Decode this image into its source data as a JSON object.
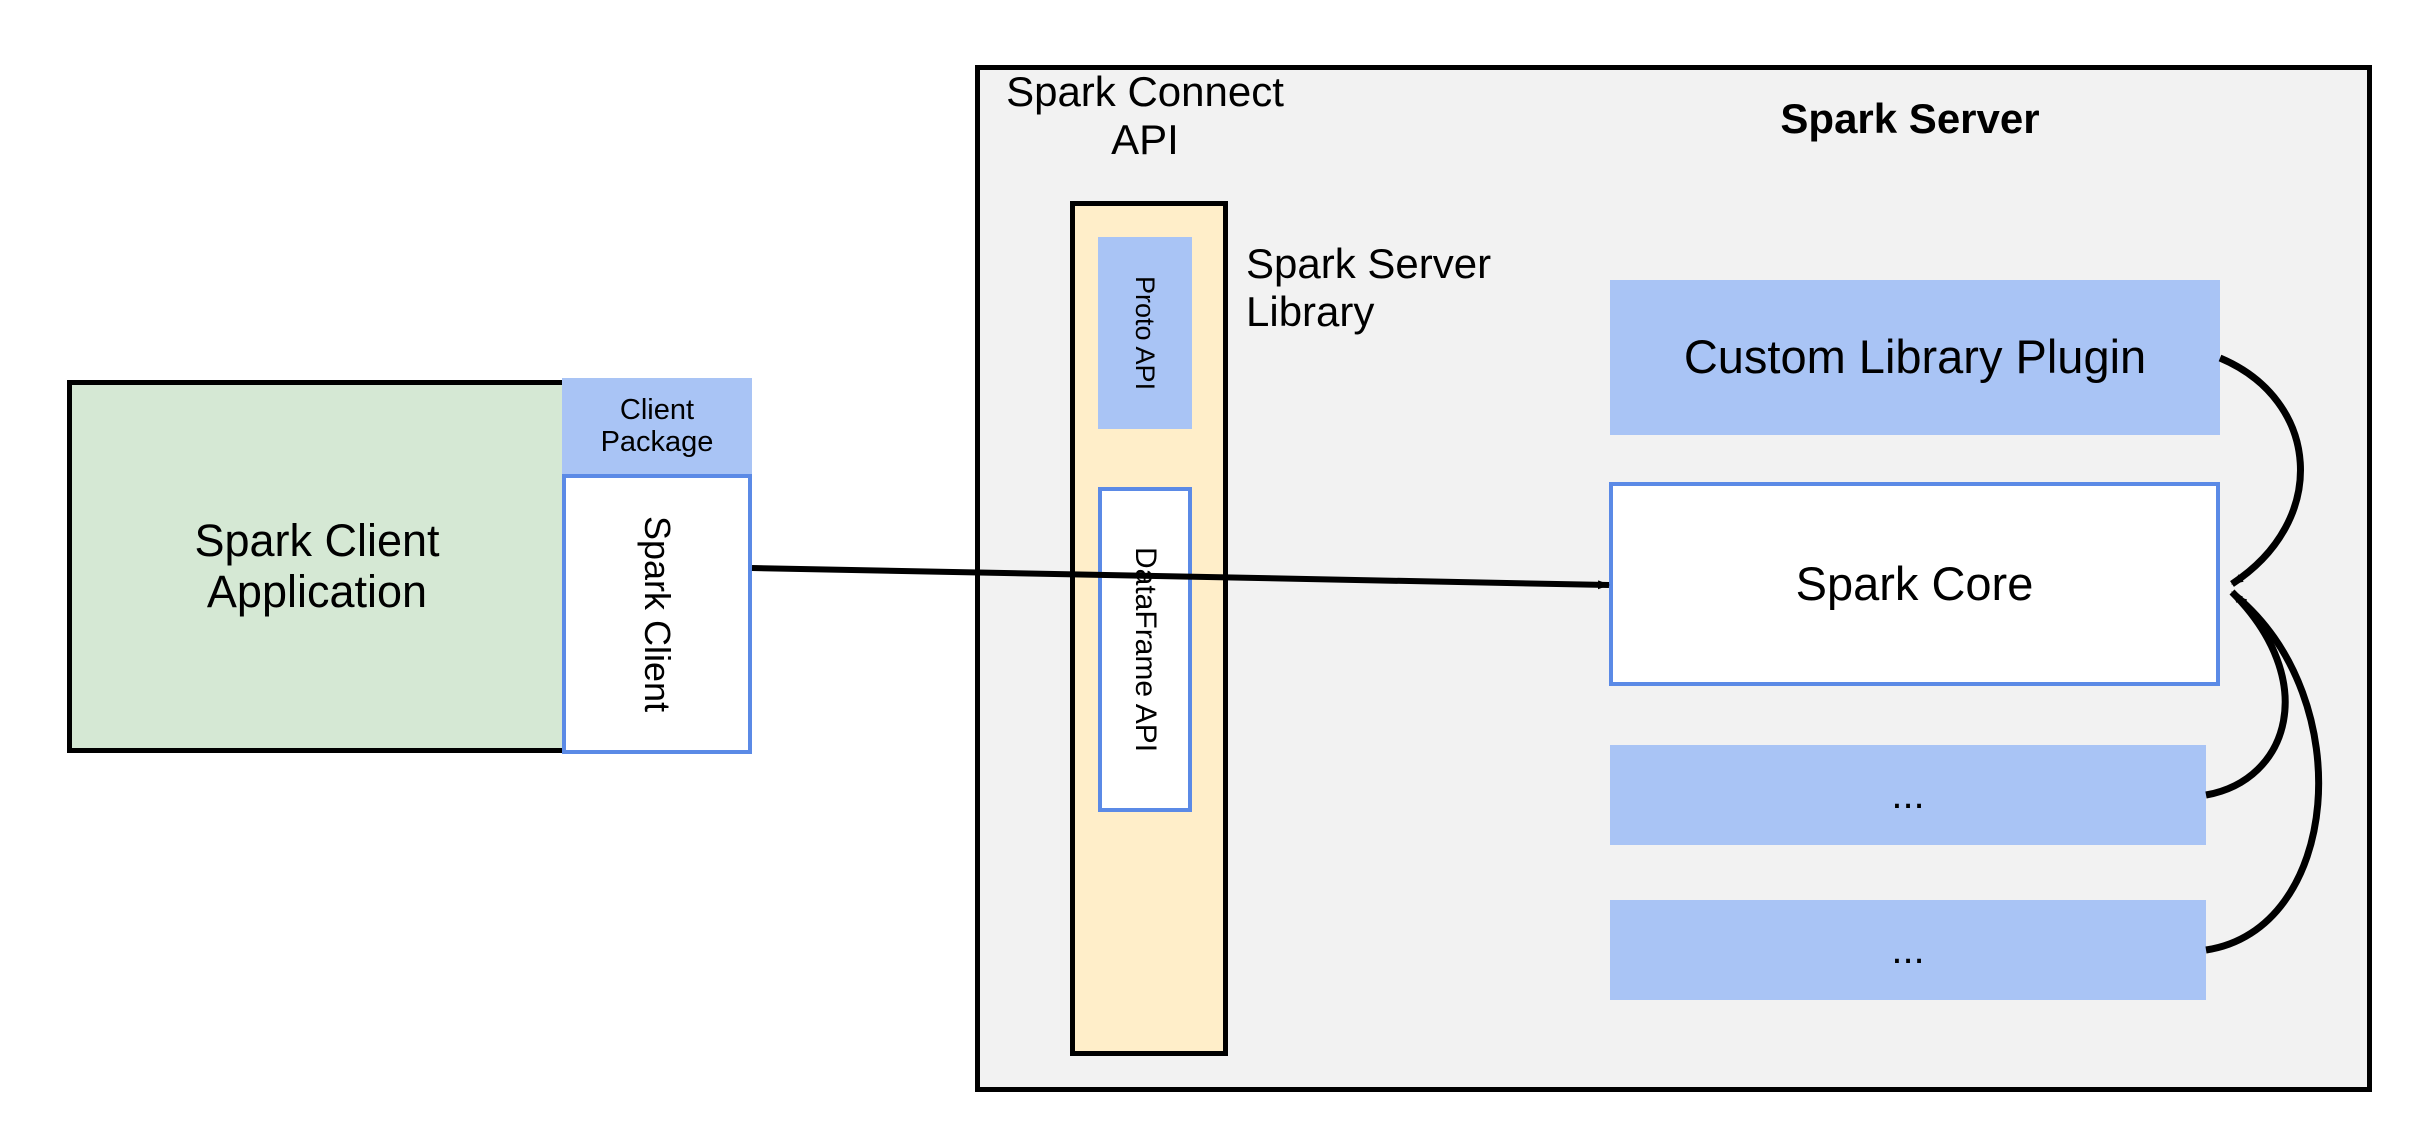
{
  "diagram": {
    "title": "Spark Connect architecture",
    "colors": {
      "client_app_fill": "#d5e8d4",
      "blue_fill": "#a9c4f5",
      "blue_stroke": "#5b8ae6",
      "panel_fill": "#f2f2f2",
      "connect_fill": "#ffeec9",
      "stroke": "#000000",
      "white": "#ffffff"
    }
  },
  "client": {
    "application_label": "Spark Client\nApplication",
    "package_label": "Client\nPackage",
    "client_label": "Spark Client"
  },
  "server_panel": {
    "connect_api_label": "Spark Connect\nAPI",
    "server_title": "Spark Server",
    "server_library_label": "Spark Server\nLibrary",
    "connect_column": {
      "proto_api_label": "Proto API",
      "dataframe_api_label": "DataFrame API"
    },
    "components": [
      {
        "label": "Custom Library Plugin"
      },
      {
        "label": "Spark Core"
      },
      {
        "label": "..."
      },
      {
        "label": "..."
      }
    ]
  }
}
